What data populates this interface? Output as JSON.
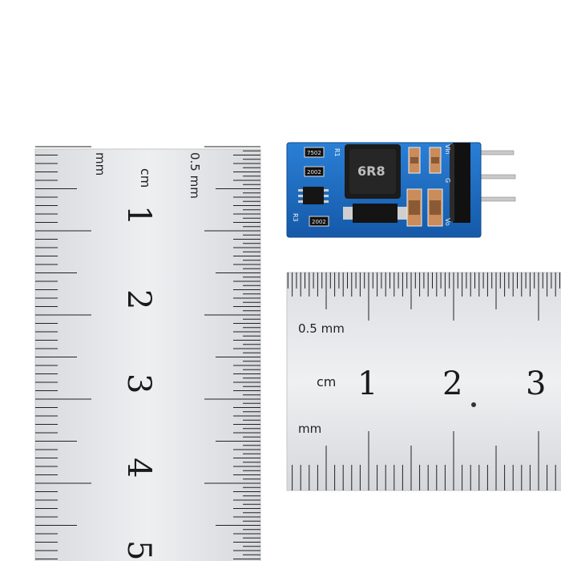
{
  "vertical_ruler": {
    "unit_mm": "mm",
    "unit_cm": "cm",
    "unit_half_mm": "0.5 mm",
    "numbers": [
      "1",
      "2",
      "3",
      "4",
      "5"
    ]
  },
  "horizontal_ruler": {
    "unit_half_mm": "0.5 mm",
    "unit_cm": "cm",
    "unit_mm": "mm",
    "numbers": [
      "1",
      "2",
      "3"
    ]
  },
  "module": {
    "inductor_marking": "6R8",
    "r_label": "R1",
    "r3_label": "R3",
    "smd_codes": [
      "7502",
      "2002",
      "2002"
    ],
    "pin_labels": [
      "Vin",
      "G",
      "Vo"
    ],
    "board_color": "#1e6fc8",
    "header_color": "#111111"
  },
  "colors": {
    "ruler_fill": "#e6e7e9",
    "ruler_edge": "#c4c6c9",
    "tick": "#222222"
  }
}
